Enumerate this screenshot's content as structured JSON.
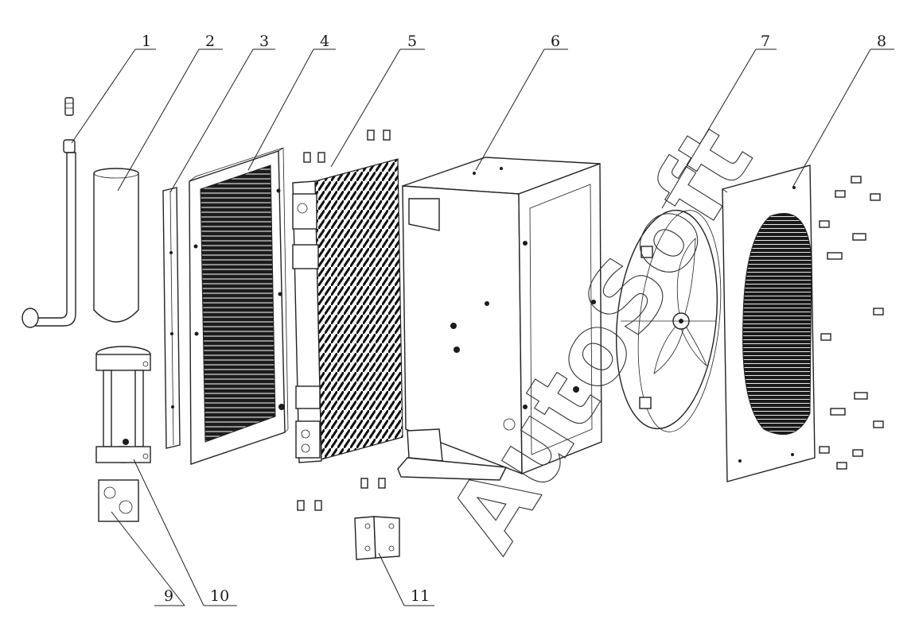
{
  "parts": [
    {
      "id": "1",
      "label": "1"
    },
    {
      "id": "2",
      "label": "2"
    },
    {
      "id": "3",
      "label": "3"
    },
    {
      "id": "4",
      "label": "4"
    },
    {
      "id": "5",
      "label": "5"
    },
    {
      "id": "6",
      "label": "6"
    },
    {
      "id": "7",
      "label": "7"
    },
    {
      "id": "8",
      "label": "8"
    },
    {
      "id": "9",
      "label": "9"
    },
    {
      "id": "10",
      "label": "10"
    },
    {
      "id": "11",
      "label": "11"
    }
  ],
  "watermark": "AutoSoft"
}
